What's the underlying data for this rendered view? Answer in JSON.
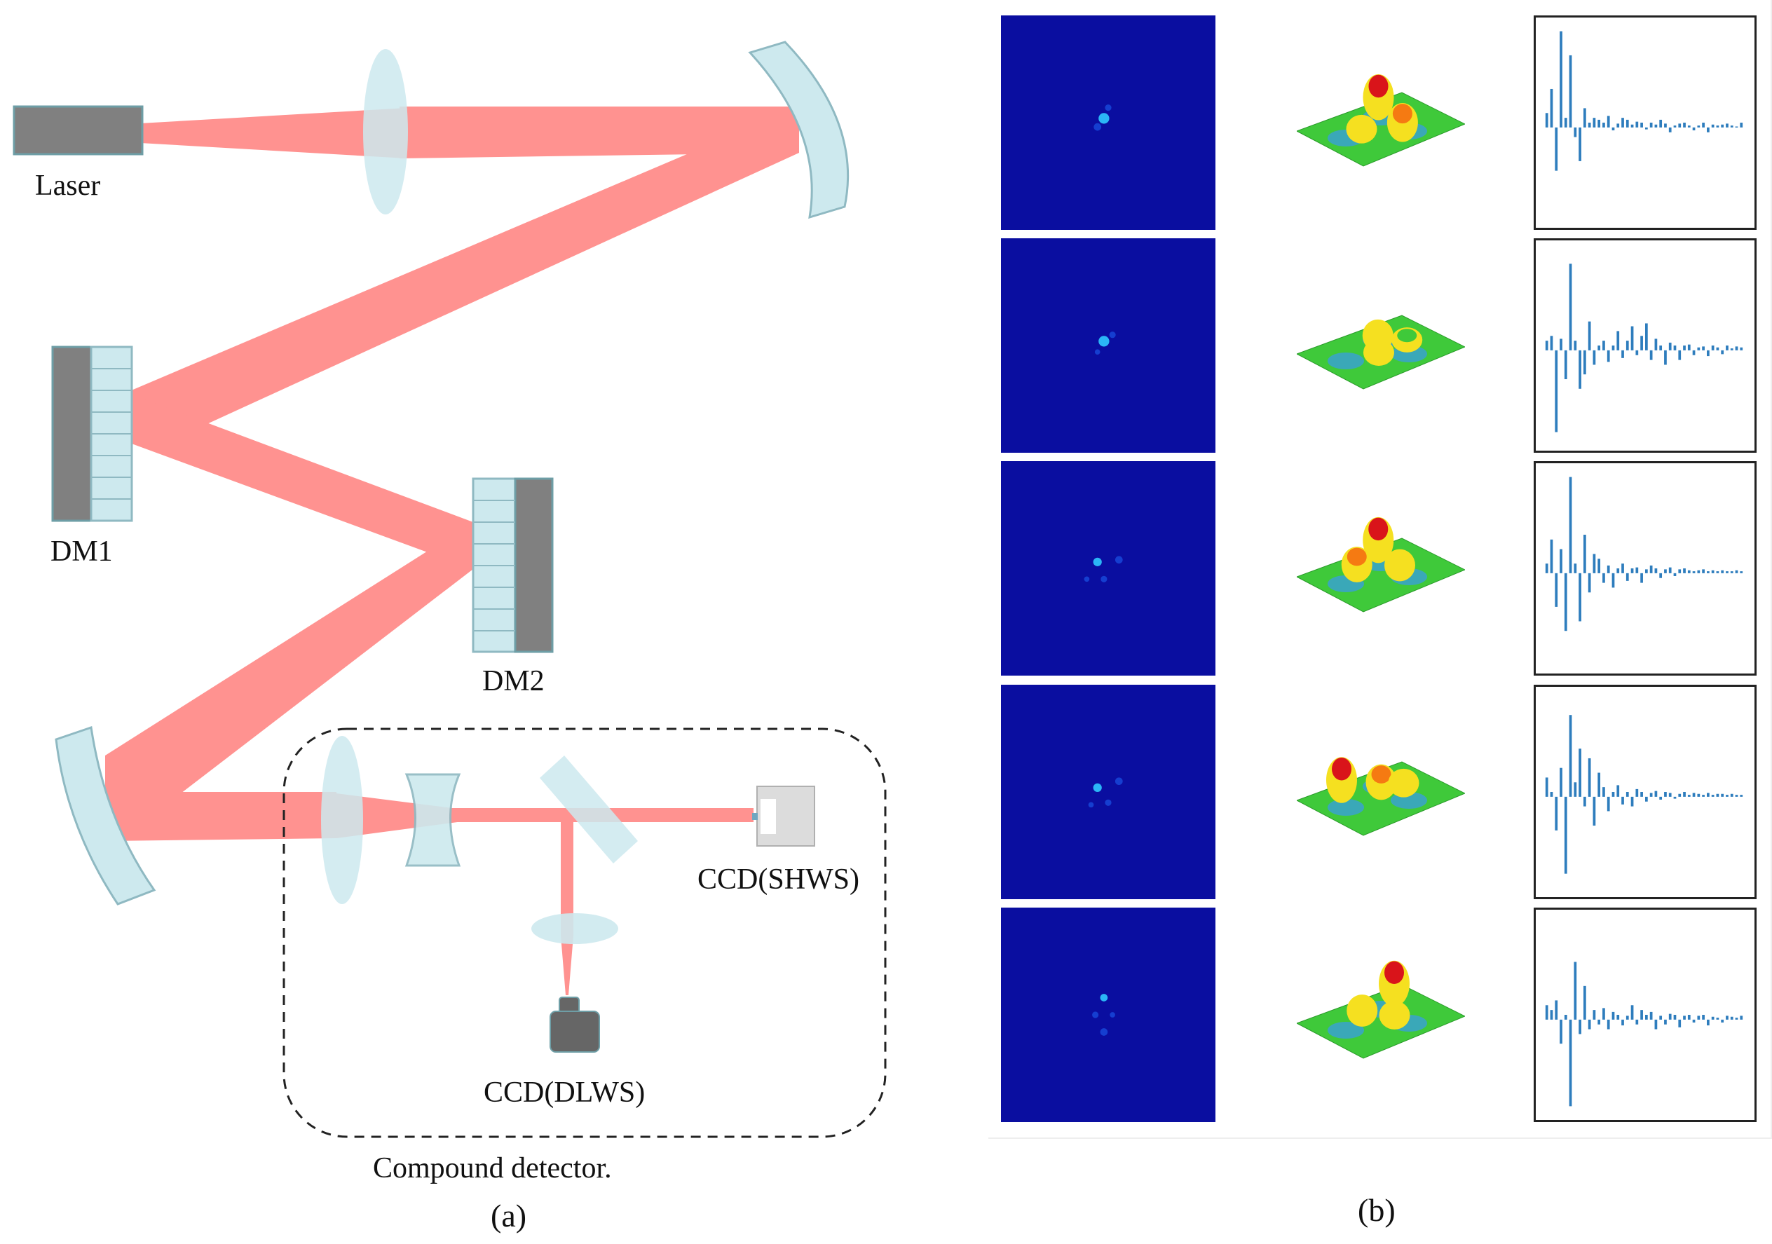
{
  "panel_a": {
    "labels": {
      "laser": "Laser",
      "dm1": "DM1",
      "dm2": "DM2",
      "ccd_shws": "CCD(SHWS)",
      "ccd_dlws": "CCD(DLWS)",
      "compound": "Compound detector."
    },
    "caption": "(a)"
  },
  "panel_b": {
    "caption": "(b)",
    "rows": [
      {
        "psf_spots": [
          [
            0.48,
            0.48,
            0.05
          ],
          [
            0.45,
            0.52,
            0.035
          ],
          [
            0.5,
            0.43,
            0.03
          ]
        ],
        "surface_peaks": [
          [
            0.65,
            0.2,
            1.0,
            "red"
          ],
          [
            0.55,
            0.72,
            0.8,
            "orange"
          ],
          [
            0.3,
            0.5,
            0.5,
            "yellow"
          ]
        ],
        "coefficients": [
          0.15,
          0.4,
          -0.45,
          1.0,
          0.1,
          0.75,
          -0.1,
          -0.35,
          0.2,
          0.05,
          0.1,
          0.08,
          0.05,
          0.12,
          -0.03,
          0.04,
          0.1,
          0.08,
          0.03,
          0.06,
          0.05,
          -0.02,
          0.05,
          0.03,
          0.08,
          0.04,
          -0.05,
          0.02,
          0.04,
          0.05,
          0.02,
          -0.03,
          0.02,
          0.05,
          -0.05,
          0.03,
          0.02,
          0.03,
          0.04,
          0.02,
          0.01,
          0.05
        ]
      },
      {
        "psf_spots": [
          [
            0.48,
            0.48,
            0.05
          ],
          [
            0.52,
            0.45,
            0.03
          ],
          [
            0.45,
            0.53,
            0.025
          ]
        ],
        "surface_peaks": [
          [
            0.55,
            0.35,
            0.6,
            "yellow"
          ],
          [
            0.4,
            0.6,
            0.45,
            "yellow"
          ],
          [
            0.7,
            0.55,
            0.4,
            "green"
          ]
        ],
        "coefficients": [
          0.1,
          0.15,
          -0.85,
          0.12,
          -0.3,
          0.9,
          0.1,
          -0.4,
          -0.25,
          0.3,
          -0.15,
          0.05,
          0.1,
          -0.12,
          0.05,
          0.2,
          -0.08,
          0.1,
          0.25,
          -0.05,
          0.15,
          0.28,
          -0.1,
          0.12,
          0.05,
          -0.15,
          0.08,
          0.05,
          -0.1,
          0.05,
          0.06,
          -0.05,
          0.03,
          0.04,
          -0.06,
          0.05,
          0.03,
          -0.04,
          0.05,
          0.02,
          0.04,
          0.03
        ]
      },
      {
        "psf_spots": [
          [
            0.45,
            0.47,
            0.04
          ],
          [
            0.55,
            0.46,
            0.035
          ],
          [
            0.48,
            0.55,
            0.03
          ],
          [
            0.4,
            0.55,
            0.025
          ]
        ],
        "surface_peaks": [
          [
            0.68,
            0.15,
            1.0,
            "red"
          ],
          [
            0.35,
            0.35,
            0.7,
            "orange"
          ],
          [
            0.6,
            0.6,
            0.6,
            "yellow"
          ]
        ],
        "coefficients": [
          0.1,
          0.35,
          -0.35,
          0.25,
          -0.6,
          1.0,
          0.1,
          -0.5,
          0.4,
          -0.2,
          0.2,
          0.15,
          -0.1,
          0.08,
          -0.15,
          0.05,
          0.1,
          -0.08,
          0.05,
          0.06,
          -0.1,
          0.04,
          0.08,
          0.05,
          -0.05,
          0.04,
          0.06,
          -0.03,
          0.04,
          0.05,
          0.03,
          0.02,
          0.03,
          0.04,
          0.02,
          0.03,
          0.02,
          0.03,
          0.02,
          0.02,
          0.03,
          0.02
        ]
      },
      {
        "psf_spots": [
          [
            0.45,
            0.48,
            0.04
          ],
          [
            0.55,
            0.45,
            0.035
          ],
          [
            0.5,
            0.55,
            0.03
          ],
          [
            0.42,
            0.56,
            0.025
          ]
        ],
        "surface_peaks": [
          [
            0.3,
            0.2,
            1.0,
            "red"
          ],
          [
            0.55,
            0.4,
            0.7,
            "orange"
          ],
          [
            0.7,
            0.5,
            0.5,
            "yellow"
          ]
        ],
        "coefficients": [
          0.2,
          0.05,
          -0.35,
          0.3,
          -0.8,
          0.85,
          0.15,
          0.5,
          -0.1,
          0.4,
          -0.3,
          0.25,
          0.1,
          -0.15,
          0.05,
          0.12,
          -0.08,
          0.05,
          -0.1,
          0.08,
          0.05,
          -0.05,
          0.04,
          0.06,
          -0.03,
          0.05,
          0.04,
          -0.02,
          0.03,
          0.05,
          0.02,
          0.04,
          0.03,
          0.02,
          0.04,
          0.02,
          0.03,
          0.03,
          0.02,
          0.03,
          0.02,
          0.02
        ]
      },
      {
        "psf_spots": [
          [
            0.48,
            0.42,
            0.035
          ],
          [
            0.44,
            0.5,
            0.03
          ],
          [
            0.48,
            0.58,
            0.035
          ],
          [
            0.52,
            0.5,
            0.025
          ]
        ],
        "surface_peaks": [
          [
            0.8,
            0.2,
            1.0,
            "red"
          ],
          [
            0.4,
            0.35,
            0.6,
            "yellow"
          ],
          [
            0.55,
            0.6,
            0.5,
            "yellow"
          ]
        ],
        "coefficients": [
          0.15,
          0.1,
          0.2,
          -0.25,
          0.05,
          -0.9,
          0.6,
          -0.15,
          0.35,
          -0.1,
          0.1,
          -0.05,
          0.12,
          -0.1,
          0.08,
          0.05,
          -0.06,
          0.04,
          0.15,
          -0.05,
          0.1,
          0.05,
          0.08,
          -0.1,
          0.04,
          -0.05,
          0.06,
          0.05,
          -0.08,
          0.04,
          0.05,
          -0.03,
          0.04,
          0.05,
          -0.06,
          0.03,
          0.02,
          -0.03,
          0.04,
          0.03,
          0.02,
          0.04
        ]
      }
    ]
  },
  "colors": {
    "beam": "#ff9290",
    "optic_fill": "#cde9ee",
    "optic_stroke": "#8fb9c2",
    "dark_gray": "#808080",
    "psf_bg": "#0a0ea0",
    "bar": "#2e7dbd"
  }
}
